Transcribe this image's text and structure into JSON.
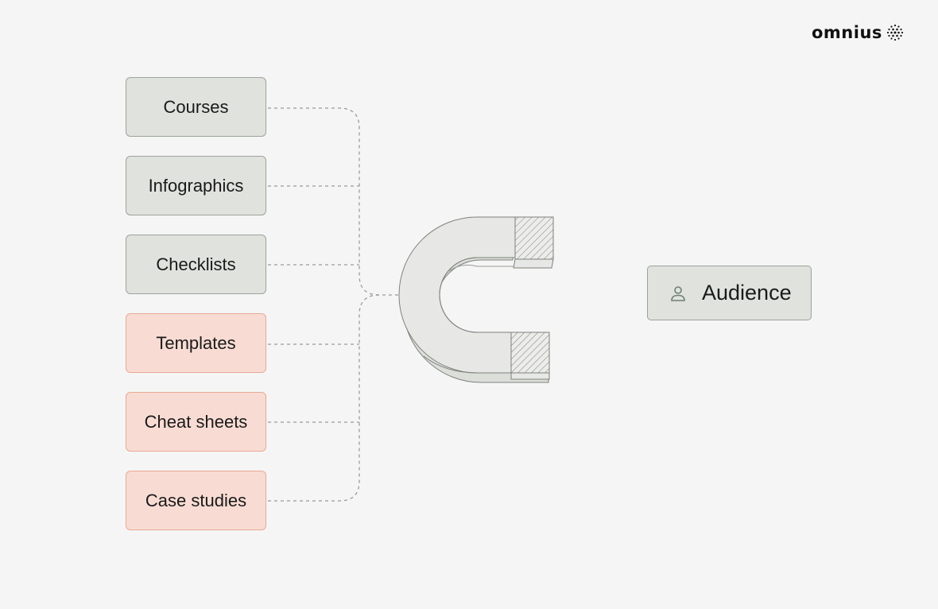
{
  "brand": {
    "name": "omnius",
    "logo_mark_icon": "dotted-sphere-icon"
  },
  "sources": [
    {
      "label": "Courses",
      "tone": "green"
    },
    {
      "label": "Infographics",
      "tone": "green"
    },
    {
      "label": "Checklists",
      "tone": "green"
    },
    {
      "label": "Templates",
      "tone": "pink"
    },
    {
      "label": "Cheat sheets",
      "tone": "pink"
    },
    {
      "label": "Case studies",
      "tone": "pink"
    }
  ],
  "magnet": {
    "icon": "horseshoe-magnet-icon"
  },
  "audience": {
    "label": "Audience",
    "icon": "person-icon"
  },
  "colors": {
    "background": "#f5f5f5",
    "green_fill": "#e0e2dd",
    "green_border": "#9ea39c",
    "pink_fill": "#f8dcd3",
    "pink_border": "#e9a894",
    "connector": "#9a9a9a"
  }
}
